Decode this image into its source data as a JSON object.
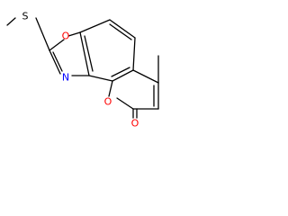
{
  "molecule": {
    "atoms": {
      "S": {
        "label": "S",
        "color": "#000000"
      },
      "O_oxazole": {
        "label": "O",
        "color": "#ff0000"
      },
      "N": {
        "label": "N",
        "color": "#0000ff"
      },
      "O_ring": {
        "label": "O",
        "color": "#ff0000"
      },
      "O_carbonyl": {
        "label": "O",
        "color": "#ff0000"
      }
    }
  }
}
